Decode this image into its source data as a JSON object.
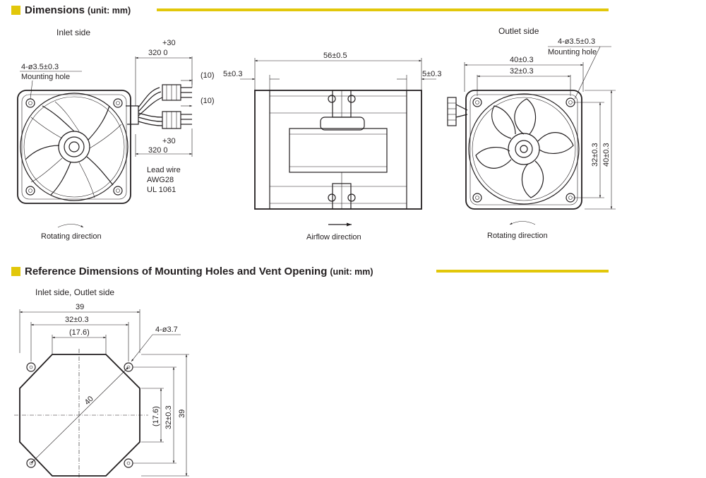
{
  "section1": {
    "title": "Dimensions",
    "unit": "(unit: mm)"
  },
  "section2": {
    "title": "Reference Dimensions of Mounting Holes and Vent Opening",
    "unit": "(unit: mm)"
  },
  "colors": {
    "accent": "#e2c70a",
    "ink": "#231f20"
  },
  "inlet": {
    "label": "Inlet side",
    "mounting_size": "4-ø3.5±0.3",
    "mounting_label": "Mounting hole",
    "wire_tol_1": "+30",
    "wire_len_1": "320  0",
    "wire_tol_2": "+30",
    "wire_len_2": "320  0",
    "strip_1": "(10)",
    "strip_2": "(10)",
    "lead_1": "Lead wire",
    "lead_2": "AWG28",
    "lead_3": "UL 1061",
    "rotation": "Rotating direction"
  },
  "side": {
    "depth": "56±0.5",
    "left_flange": "5±0.3",
    "right_flange": "5±0.3",
    "airflow": "Airflow direction"
  },
  "outlet": {
    "label": "Outlet side",
    "mounting_size": "4-ø3.5±0.3",
    "mounting_label": "Mounting hole",
    "width_outer": "40±0.3",
    "width_inner": "32±0.3",
    "height_inner": "32±0.3",
    "height_outer": "40±0.3",
    "rotation": "Rotating direction"
  },
  "reference": {
    "label": "Inlet side, Outlet side",
    "overall_w": "39",
    "pitch_w": "32±0.3",
    "vent_w": "(17.6)",
    "hole": "4-ø3.7",
    "diag": "40",
    "vent_h": "(17.6)",
    "pitch_h": "32±0.3",
    "overall_h": "39"
  }
}
